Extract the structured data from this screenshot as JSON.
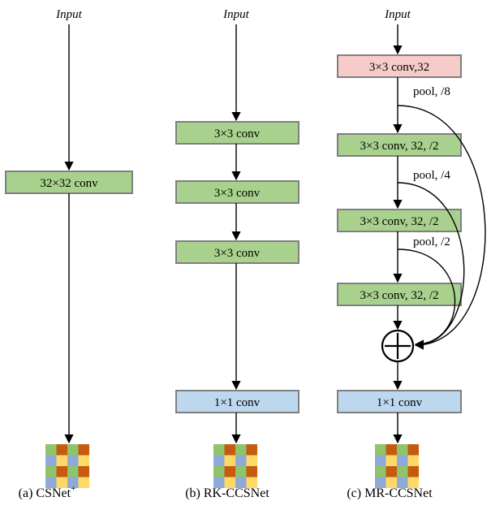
{
  "colors": {
    "conv_green": "#a9d18e",
    "conv_red": "#f8cbcb",
    "conv_blue": "#bdd7ee",
    "box_border": "#7f7f7f",
    "mosaic_green": "#8fc46b",
    "mosaic_orange": "#c55a11",
    "mosaic_blue": "#8fa9d9",
    "mosaic_yellow": "#ffd966"
  },
  "columns": [
    {
      "input_label": "Input",
      "blocks": [
        "32×32 conv"
      ],
      "caption": "(a) CSNet",
      "caption_sup": "+"
    },
    {
      "input_label": "Input",
      "blocks": [
        "3×3 conv",
        "3×3 conv",
        "3×3 conv",
        "1×1 conv"
      ],
      "caption": "(b) RK-CCSNet",
      "caption_sup": ""
    },
    {
      "input_label": "Input",
      "blocks": [
        "3×3 conv,32",
        "3×3 conv, 32, /2",
        "3×3 conv, 32, /2",
        "3×3 conv, 32, /2",
        "1×1 conv"
      ],
      "skip_labels": [
        "pool, /8",
        "pool, /4",
        "pool, /2"
      ],
      "caption": "(c) MR-CCSNet",
      "caption_sup": ""
    }
  ],
  "mosaic_pattern": [
    [
      "green",
      "orange",
      "green",
      "orange"
    ],
    [
      "blue",
      "yellow",
      "blue",
      "yellow"
    ],
    [
      "green",
      "orange",
      "green",
      "orange"
    ],
    [
      "blue",
      "yellow",
      "blue",
      "yellow"
    ]
  ]
}
